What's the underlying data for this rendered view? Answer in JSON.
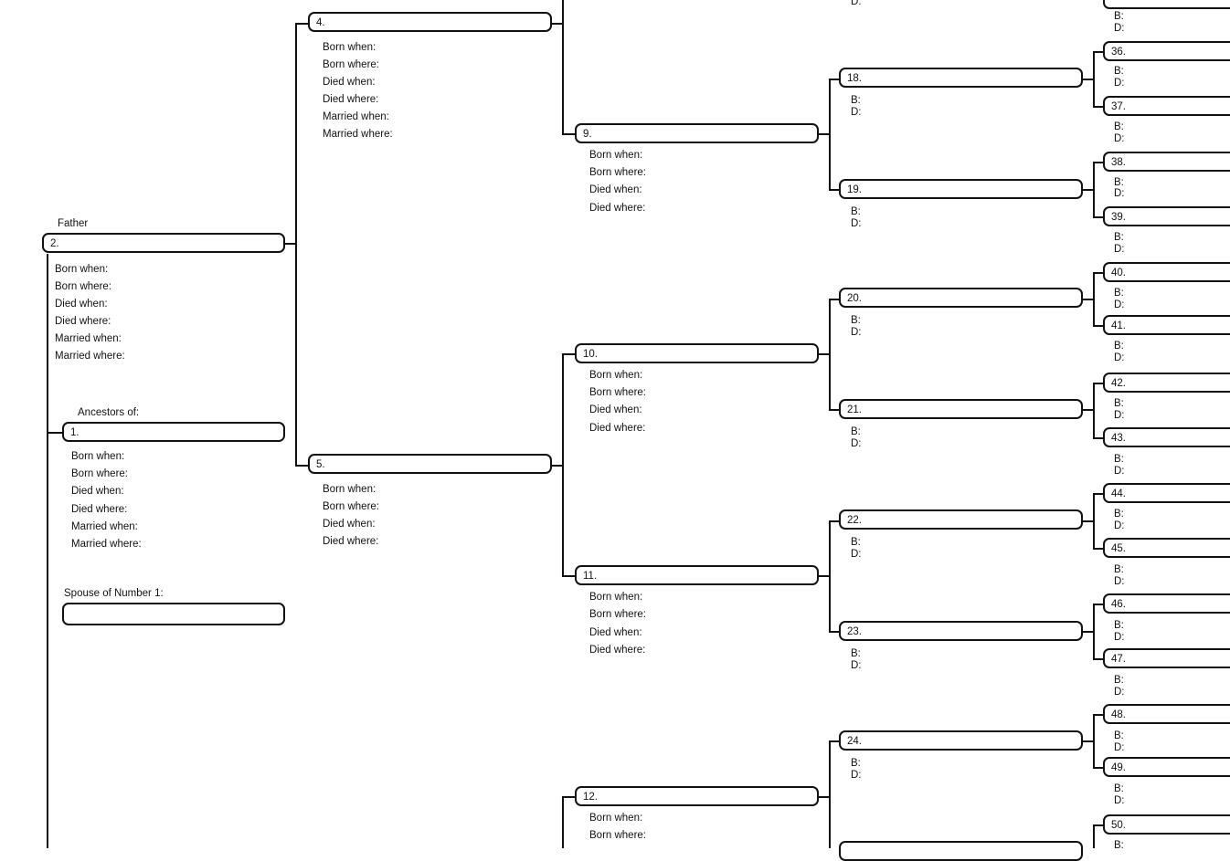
{
  "chart_labels": {
    "father": "Father",
    "ancestors_of": "Ancestors of:",
    "spouse_of": "Spouse of Number 1:"
  },
  "full_fields": [
    "Born when:",
    "Born where:",
    "Died when:",
    "Died where:",
    "Married when:",
    "Married where:"
  ],
  "short_fields": [
    "Born when:",
    "Born where:",
    "Died when:",
    "Died where:"
  ],
  "bd_fields": [
    "B:",
    "D:"
  ],
  "persons": {
    "p1": "1.",
    "p2": "2.",
    "p4": "4.",
    "p5": "5.",
    "p9": "9.",
    "p10": "10.",
    "p11": "11.",
    "p12": "12.",
    "p18": "18.",
    "p19": "19.",
    "p20": "20.",
    "p21": "21.",
    "p22": "22.",
    "p23": "23.",
    "p24": "24.",
    "p36": "36.",
    "p37": "37.",
    "p38": "38.",
    "p39": "39.",
    "p40": "40.",
    "p41": "41.",
    "p42": "42.",
    "p43": "43.",
    "p44": "44.",
    "p45": "45.",
    "p46": "46.",
    "p47": "47.",
    "p48": "48.",
    "p49": "49.",
    "p50": "50."
  }
}
